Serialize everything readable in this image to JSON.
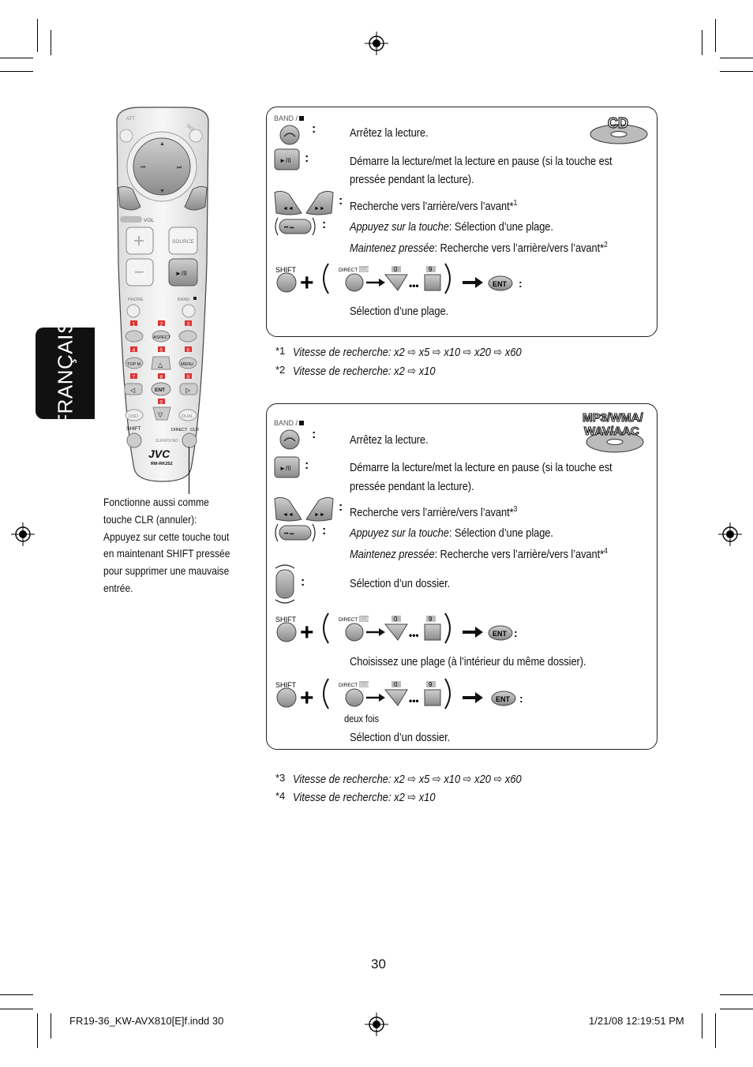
{
  "language_tab": "FRANÇAIS",
  "remote": {
    "labels": {
      "att": "ATT",
      "disp": "DISP",
      "vol": "VOL",
      "source": "SOURCE",
      "phone": "PHONE",
      "band": "BAND",
      "num1": "1",
      "num2": "2",
      "num3": "3",
      "aspect": "ASPECT",
      "num4": "4",
      "num5": "5",
      "num6": "6",
      "topm": "TOP M",
      "menu": "MENU",
      "ent": "ENT",
      "num7": "7",
      "num8": "8",
      "num9": "9",
      "num0": "0",
      "osd": "OSD",
      "dual": "DUAL",
      "shift": "SHIFT",
      "direct": "DIRECT",
      "clr": "CLR",
      "surround": "SURROUND",
      "brand": "JVC",
      "model": "RM-RK252"
    }
  },
  "remote_note": [
    "Fonctionne aussi comme",
    "touche CLR (annuler):",
    "Appuyez sur cette touche tout",
    "en maintenant SHIFT pressée",
    "pour supprimer une mauvaise",
    "entrée."
  ],
  "key_labels": {
    "band": "BAND /",
    "shift": "SHIFT",
    "direct": "DIRECT",
    "clr": "CLR",
    "zero": "0",
    "nine": "9",
    "ent": "ENT"
  },
  "cd_box": {
    "logo": "CD",
    "stop": "Arrêtez la lecture.",
    "play_pause_1": "Démarre la lecture/met la lecture en pause (si la touche est",
    "play_pause_2": "pressée pendant la lecture).",
    "search": "Recherche vers l’arrière/vers l’avant*",
    "search_sup": "1",
    "press_lead": "Appuyez sur la touche",
    "press_text": ": Sélection d’une plage.",
    "hold_lead": "Maintenez pressée",
    "hold_text": ": Recherche vers l’arrière/vers l’avant*",
    "hold_sup": "2",
    "select_track": "Sélection d’une plage."
  },
  "cd_footnotes": [
    {
      "mark": "*1",
      "speeds": [
        "Vitesse de recherche: x2",
        "x5",
        "x10",
        "x20",
        "x60"
      ]
    },
    {
      "mark": "*2",
      "speeds": [
        "Vitesse de recherche: x2",
        "x10"
      ]
    }
  ],
  "mp3_box": {
    "logo_line1": "MP3/WMA/",
    "logo_line2": "WAV/AAC",
    "stop": "Arrêtez la lecture.",
    "play_pause_1": "Démarre la lecture/met la lecture en pause (si la touche est",
    "play_pause_2": "pressée pendant la lecture).",
    "search": "Recherche vers l’arrière/vers l’avant*",
    "search_sup": "3",
    "press_lead": "Appuyez sur la touche",
    "press_text": ": Sélection d’une plage.",
    "hold_lead": "Maintenez pressée",
    "hold_text": ": Recherche vers l’arrière/vers l’avant*",
    "hold_sup": "4",
    "folder_select": "Sélection d’un dossier.",
    "choose_track": "Choisissez une plage (à l’intérieur du même dossier).",
    "twice": "deux fois",
    "folder_select_2": "Sélection d’un dossier."
  },
  "mp3_footnotes": [
    {
      "mark": "*3",
      "speeds": [
        "Vitesse de recherche: x2",
        "x5",
        "x10",
        "x20",
        "x60"
      ]
    },
    {
      "mark": "*4",
      "speeds": [
        "Vitesse de recherche: x2",
        "x10"
      ]
    }
  ],
  "page_number": "30",
  "slug_left": "FR19-36_KW-AVX810[E]f.indd   30",
  "slug_right": "1/21/08   12:19:51 PM"
}
